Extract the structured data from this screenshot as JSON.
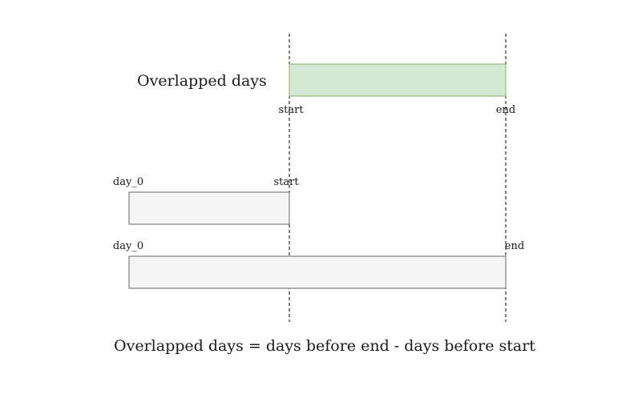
{
  "overlap_label": "Overlapped days",
  "top_bar": {
    "start_label": "start",
    "end_label": "end",
    "fill": "#d5e8d4",
    "stroke": "#82b366"
  },
  "bar_before_start": {
    "origin_label": "day_0",
    "end_label": "start",
    "fill": "#f5f5f5",
    "stroke": "#666666"
  },
  "bar_before_end": {
    "origin_label": "day_0",
    "end_label": "end",
    "fill": "#f5f5f5",
    "stroke": "#666666"
  },
  "formula": "Overlapped days = days before end - days before start"
}
